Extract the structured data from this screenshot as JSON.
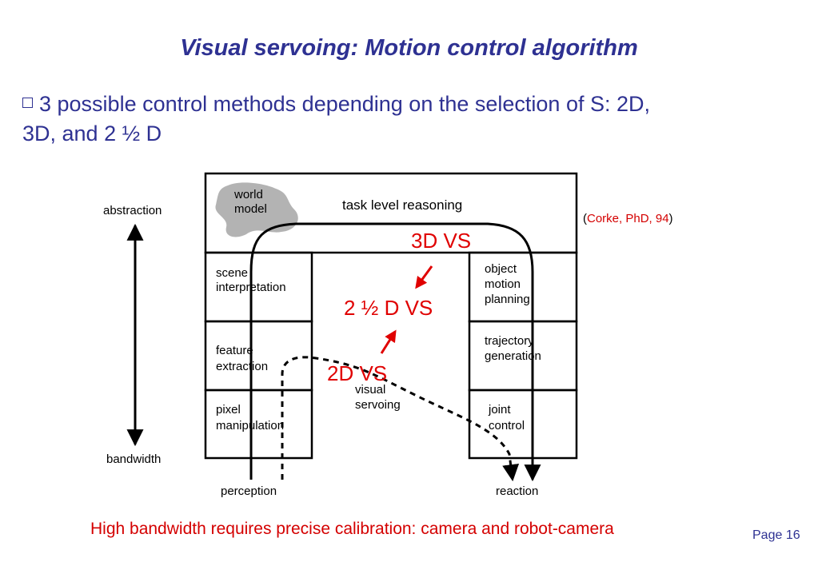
{
  "slide": {
    "title": "Visual servoing: Motion control algorithm",
    "bullet_line1": "3 possible control methods depending on the selection of S: 2D,",
    "bullet_line2": "3D, and 2 ½ D",
    "footer_note": "High bandwidth requires precise calibration: camera and robot-camera",
    "page_label": "Page 16"
  },
  "citation": {
    "open": "(",
    "text": "Corke, PhD, 94",
    "close": ")"
  },
  "diagram": {
    "axis_top_label": "abstraction",
    "axis_bottom_label": "bandwidth",
    "world_model_line1": "world",
    "world_model_line2": "model",
    "task_level": "task level reasoning",
    "scene_line1": "scene",
    "scene_line2": "interpretation",
    "feature_line1": "feature",
    "feature_line2": "extraction",
    "pixel_line1": "pixel",
    "pixel_line2": "manipulation",
    "object_line1": "object",
    "object_line2": "motion",
    "object_line3": "planning",
    "trajectory_line1": "trajectory",
    "trajectory_line2": "generation",
    "joint_line1": "joint",
    "joint_line2": "control",
    "visual_line1": "visual",
    "visual_line2": "servoing",
    "perception": "perception",
    "reaction": "reaction"
  },
  "annotations": {
    "vs_3d": "3D VS",
    "vs_2half": "2 ½ D VS",
    "vs_2d": "2D VS"
  },
  "colors": {
    "title_blue": "#2e3192",
    "annotation_red": "#e00000",
    "world_model_gray": "#b3b3b3"
  }
}
